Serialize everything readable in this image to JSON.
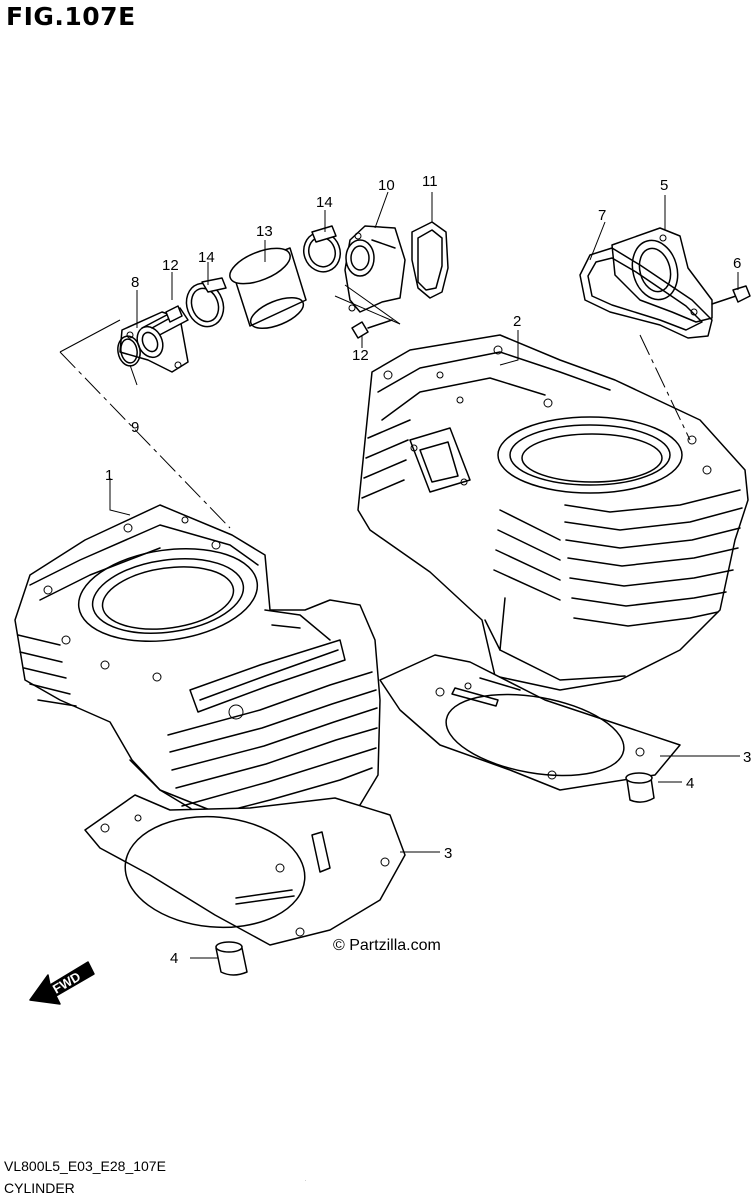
{
  "figure": {
    "title": "FIG.107E",
    "code": "VL800L5_E03_E28_107E",
    "name": "CYLINDER",
    "watermark": "© Partzilla.com",
    "fwd_label": "FWD",
    "tiny_text": "."
  },
  "callouts": {
    "c1": "1",
    "c2": "2",
    "c3a": "3",
    "c3b": "3",
    "c4a": "4",
    "c4b": "4",
    "c5": "5",
    "c6": "6",
    "c7": "7",
    "c8": "8",
    "c9": "9",
    "c10": "10",
    "c11": "11",
    "c12a": "12",
    "c12b": "12",
    "c13": "13",
    "c14a": "14",
    "c14b": "14"
  }
}
